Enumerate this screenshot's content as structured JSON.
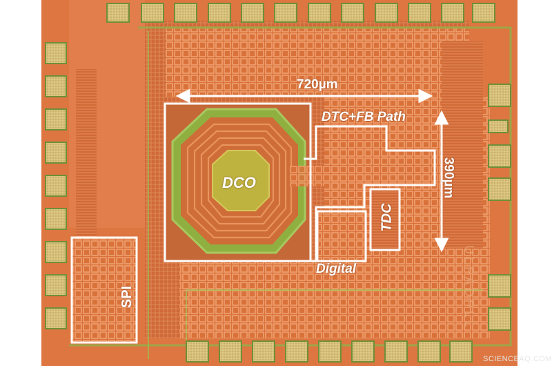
{
  "annotations": {
    "width_dimension": "720µm",
    "height_dimension": "390µm",
    "dco_label": "DCO",
    "dtc_fb_label": "DTC+FB Path",
    "tdc_label": "TDC",
    "digital_label": "Digital",
    "spi_label": "SPI"
  },
  "chip_marking": "ULPADPLL",
  "watermark": "SCIENCEAQ.COM",
  "colors": {
    "die_orange": "#e07a3c",
    "bond_pad_gold": "#d8c27a",
    "green_metal": "#9ec24a",
    "annotation_white": "#ffffff"
  }
}
